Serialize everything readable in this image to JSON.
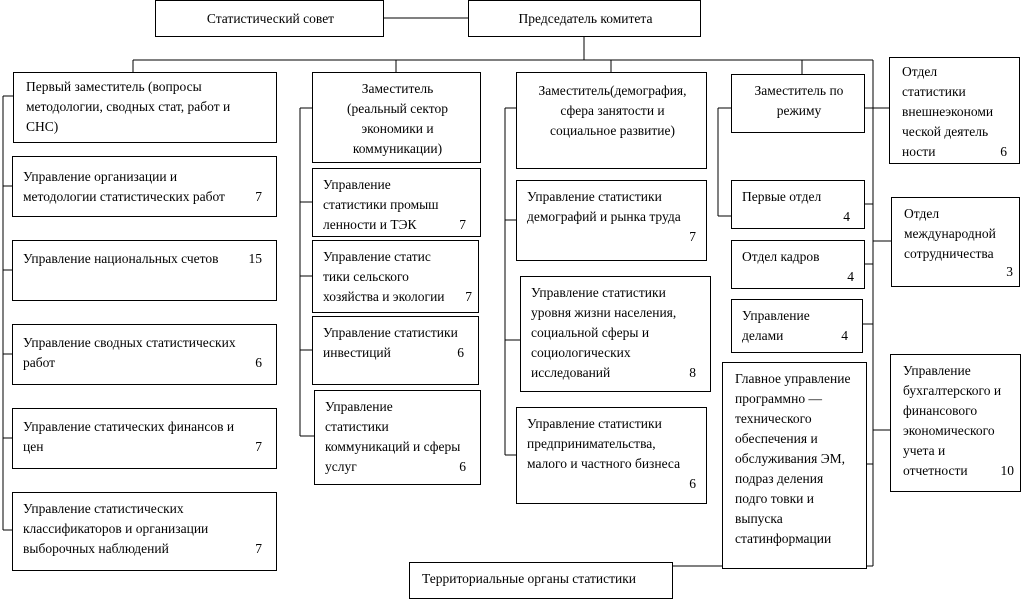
{
  "top": {
    "council": "Статистический совет",
    "chairman": "Председатель комитета"
  },
  "col1": {
    "head": "Первый заместитель (вопросы\nметодологии, сводных стат, работ и\nСНС)",
    "items": [
      {
        "label": "Управление организации и\nметодологии статистических работ",
        "count": "7"
      },
      {
        "label": "Управление национальных счетов",
        "count": "15"
      },
      {
        "label": "Управление сводных статистических\nработ",
        "count": "6"
      },
      {
        "label": "Управление статических финансов и\nцен",
        "count": "7"
      },
      {
        "label": "Управление статистических\nклассификаторов и организации\nвыборочных наблюдений",
        "count": "7"
      }
    ]
  },
  "col2": {
    "head": "Заместитель\n(реальный сектор\nэкономики и\nкоммуникации)",
    "items": [
      {
        "label": "Управление\nстатистики промыш\nленности и ТЭК",
        "count": "7"
      },
      {
        "label": "Управление статис\nтики сельского\nхозяйства и экологии",
        "count": "7"
      },
      {
        "label": "Управление статистики\nинвестиций",
        "count": "6"
      },
      {
        "label": "Управление\nстатистики\nкоммуникаций и сферы\nуслуг",
        "count": "6"
      }
    ]
  },
  "col3": {
    "head": "Заместитель(демография,\nсфера занятости и\nсоциальное развитие)",
    "items": [
      {
        "label": "Управление статистики\nдемографий и рынка труда",
        "count": "7"
      },
      {
        "label": "Управление статистики\nуровня жизни населения,\nсоциальной сферы и\nсоциологических\nисследований",
        "count": "8"
      },
      {
        "label": "Управление статистики\nпредпринимательства,\nмалого и частного бизнеса",
        "count": "6"
      }
    ]
  },
  "col4": {
    "head": "Заместитель по\nрежиму",
    "items": [
      {
        "label": "Первые отдел",
        "count": "4"
      },
      {
        "label": "Отдел кадров",
        "count": "4"
      },
      {
        "label": "Управление\nделами",
        "count": "4"
      },
      {
        "label": "Главное управление\nпрограммно —\nтехнического\nобеспечения и\nобслуживания ЭМ,\nподраз деления\nподго товки и\nвыпуска\nстатинформации"
      }
    ]
  },
  "right": [
    {
      "label": "Отдел\nстатистики\nвнешнеэкономи\nческой деятель\nности",
      "count": "6"
    },
    {
      "label": "Отдел\nмеждународной\nсотрудничества",
      "count": "3"
    },
    {
      "label": "Управление\nбухгалтерского и\nфинансового\nэкономического\nучета и\nотчетности",
      "count": "10"
    }
  ],
  "territorial": "Территориальные органы статистики"
}
